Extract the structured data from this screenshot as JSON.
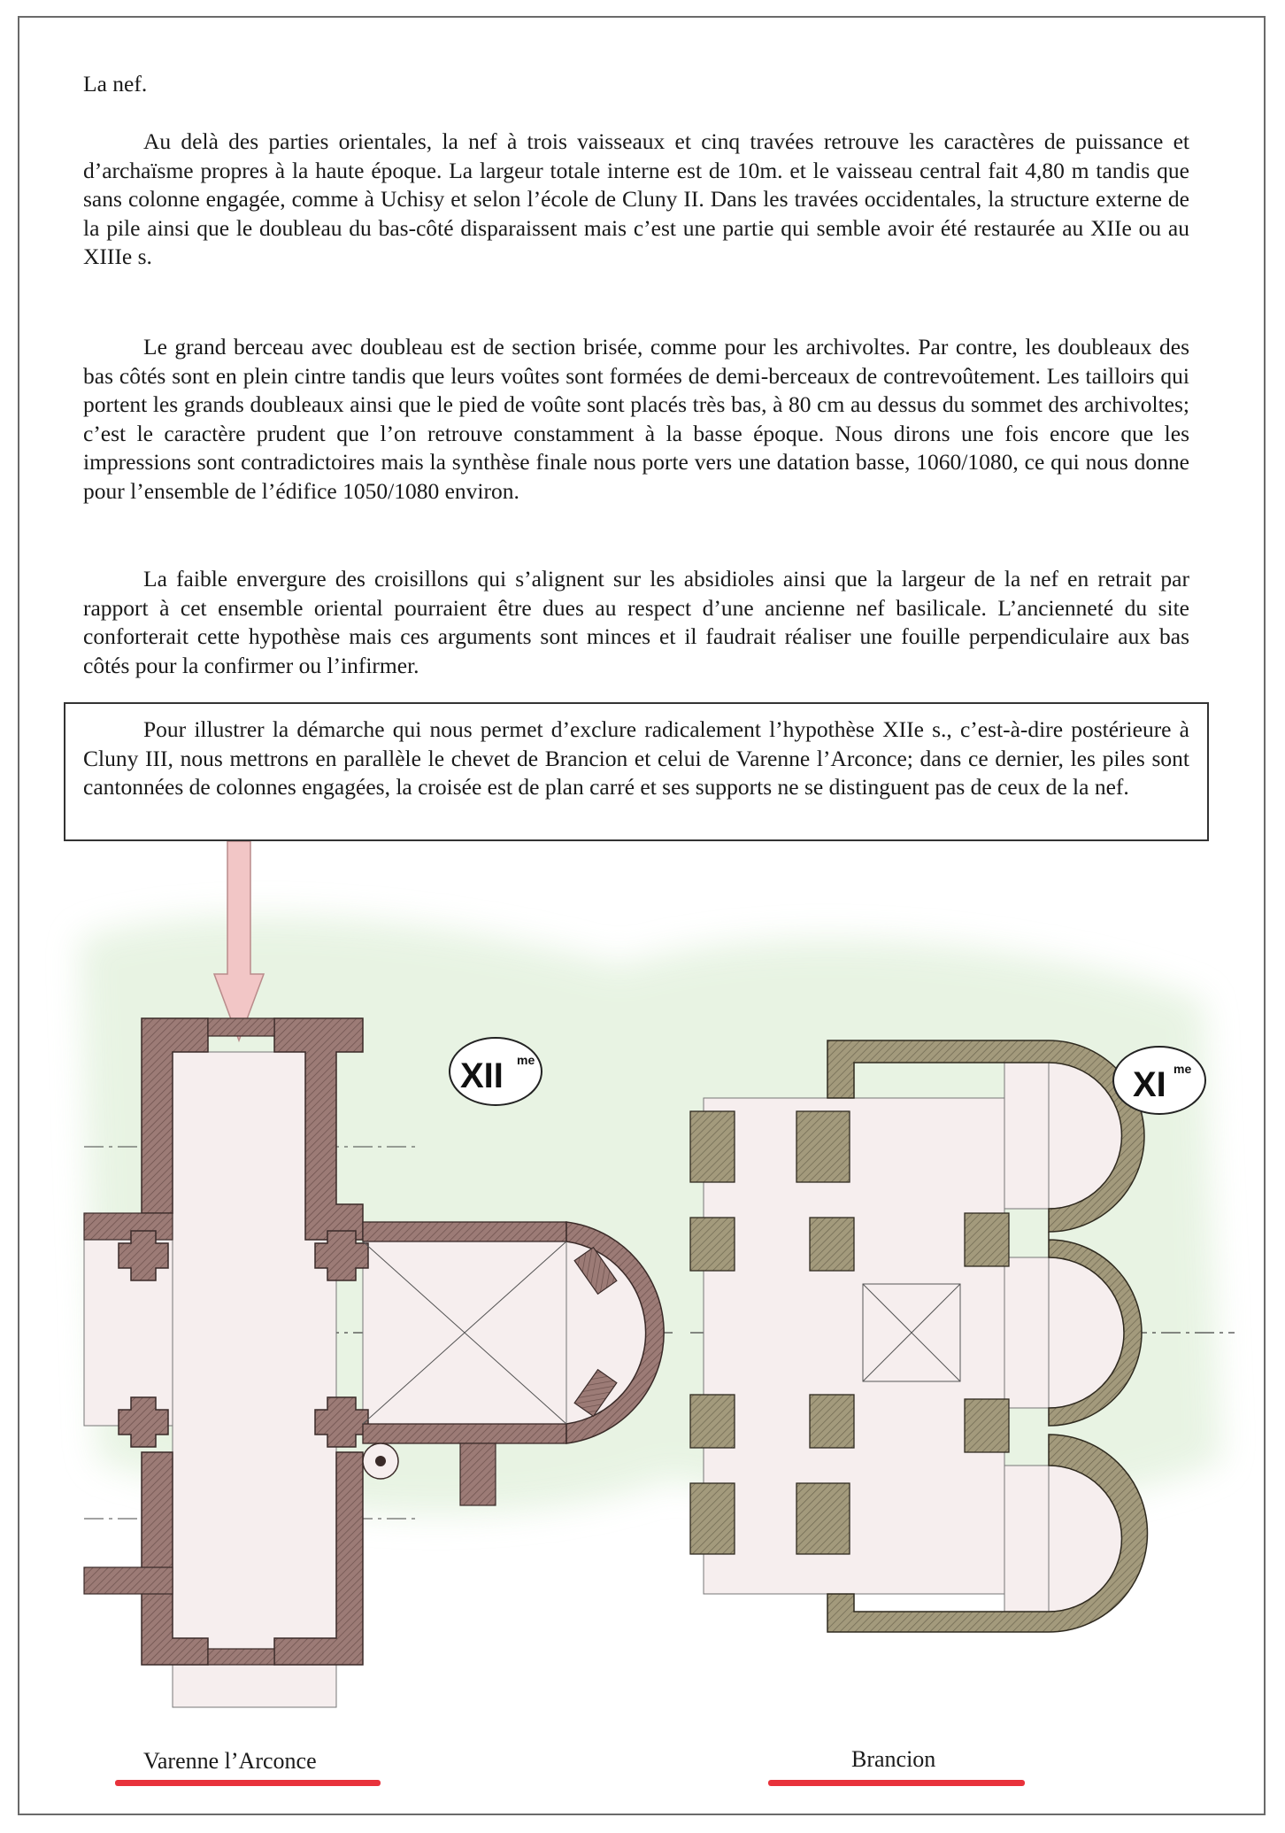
{
  "heading": "La nef.",
  "paragraphs": [
    "Au delà des parties orientales, la nef à trois vaisseaux et cinq travées retrouve les caractères de puissance et d’archaïsme propres à la haute époque. La largeur totale interne est de 10m. et le vaisseau central fait 4,80 m tandis que sans colonne engagée, comme à Uchisy et selon l’école de Cluny II. Dans les travées occidentales, la structure externe de la pile ainsi que le doubleau du bas-côté disparaissent mais c’est une partie qui semble avoir été restaurée au XIIe ou au XIIIe s.",
    "Le grand berceau avec doubleau est de section brisée, comme pour les archivoltes. Par contre, les doubleaux des bas côtés sont en plein cintre tandis que leurs voûtes sont formées de demi-berceaux de contrevoûtement. Les tailloirs qui portent les grands doubleaux ainsi que le pied de voûte sont placés très bas, à 80 cm au dessus du sommet des archivoltes; c’est le caractère prudent que l’on retrouve constamment à la basse époque. Nous dirons une fois encore que les impressions sont contradictoires mais la synthèse finale nous porte vers une datation basse, 1060/1080, ce qui nous donne pour l’ensemble de l’édifice 1050/1080 environ.",
    "La faible envergure des croisillons qui s’alignent sur les absidioles ainsi que la largeur de la nef en retrait par rapport à cet ensemble oriental pourraient être dues au respect d’une ancienne nef basilicale. L’ancienneté du site conforterait cette hypothèse mais ces arguments sont minces et il faudrait réaliser une fouille perpendiculaire aux bas côtés pour la confirmer ou l’infirmer."
  ],
  "boxed_paragraph": "Pour illustrer la démarche qui nous permet d’exclure radicalement l’hypothèse XIIe s., c’est-à-dire postérieure à Cluny III, nous mettrons en parallèle le chevet de Brancion et celui de Varenne l’Arconce; dans ce dernier, les piles sont cantonnées de colonnes engagées, la croisée est de plan carré et ses supports ne se distinguent pas de ceux de la nef.",
  "figure": {
    "left_badge": {
      "main": "XII",
      "sup": "me"
    },
    "right_badge": {
      "main": "XI",
      "sup": "me"
    },
    "left_caption": "Varenne l’Arconce",
    "right_caption": "Brancion"
  },
  "colors": {
    "wall_left": "#9c7b76",
    "wall_right": "#a39a7c",
    "green_wash": "#e4f2df",
    "arrow": "#f2c6c6",
    "underline": "#e8323b"
  }
}
